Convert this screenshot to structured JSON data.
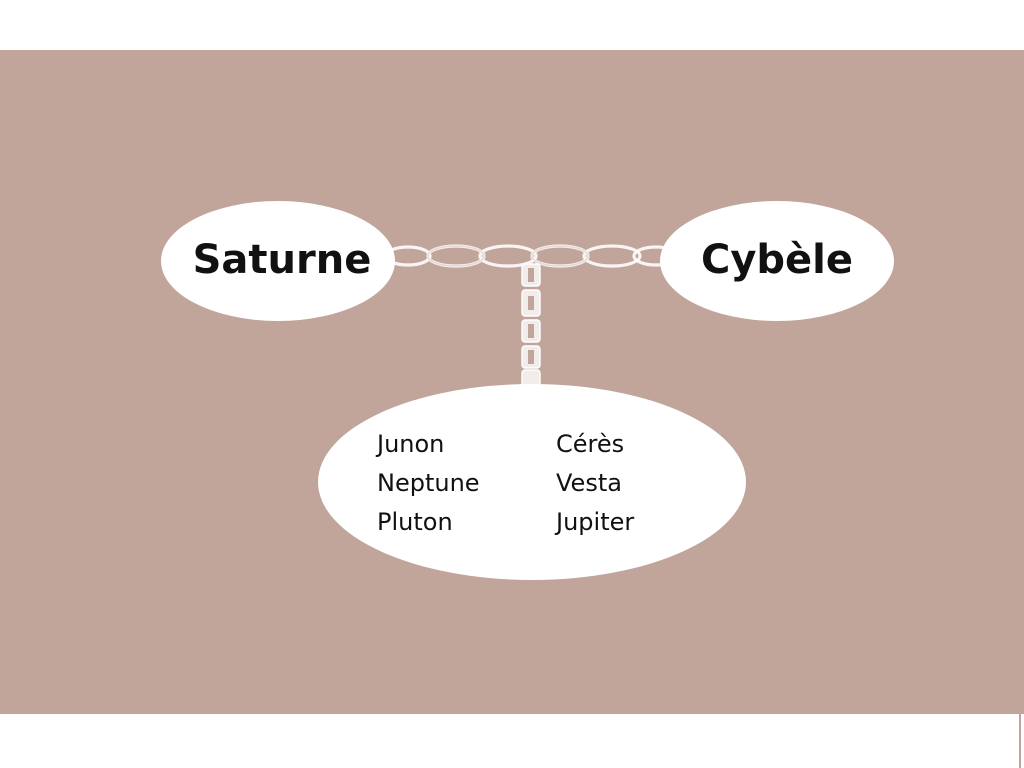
{
  "colors": {
    "band": "#c1a59a",
    "node_fill": "#ffffff",
    "text": "#111111",
    "chain": "#ffffff"
  },
  "parents": {
    "left": "Saturne",
    "right": "Cybèle"
  },
  "children": {
    "left_column": [
      "Junon",
      "Neptune",
      "Pluton"
    ],
    "right_column": [
      "Cérès",
      "Vesta",
      "Jupiter"
    ]
  }
}
